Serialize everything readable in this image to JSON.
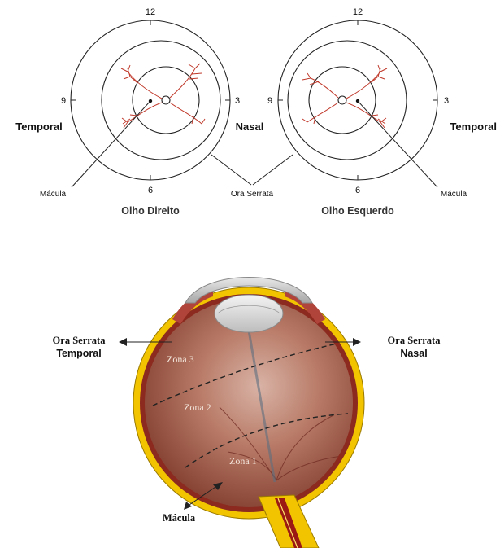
{
  "top_diagram": {
    "right_eye": {
      "clock_12": "12",
      "clock_9": "9",
      "clock_3": "3",
      "clock_6": "6",
      "temporal_label": "Temporal",
      "nasal_label": "Nasal",
      "macula_label": "Mácula",
      "eye_label": "Olho Direito"
    },
    "left_eye": {
      "clock_12": "12",
      "clock_9": "9",
      "clock_3": "3",
      "clock_6": "6",
      "temporal_label": "Temporal",
      "macula_label": "Mácula",
      "eye_label": "Olho Esquerdo"
    },
    "ora_serrata_label": "Ora Serrata",
    "vessel_color": "#c0392b"
  },
  "cross_section": {
    "ora_serrata_temporal_line1": "Ora Serrata",
    "ora_serrata_temporal_line2": "Temporal",
    "ora_serrata_nasal_line1": "Ora Serrata",
    "ora_serrata_nasal_line2": "Nasal",
    "zone_3": "Zona 3",
    "zone_2": "Zona 2",
    "zone_1": "Zona 1",
    "macula_label": "Mácula",
    "colors": {
      "sclera_yellow": "#f2c400",
      "interior": "#a5644f",
      "wall": "#8c2a1f"
    }
  }
}
